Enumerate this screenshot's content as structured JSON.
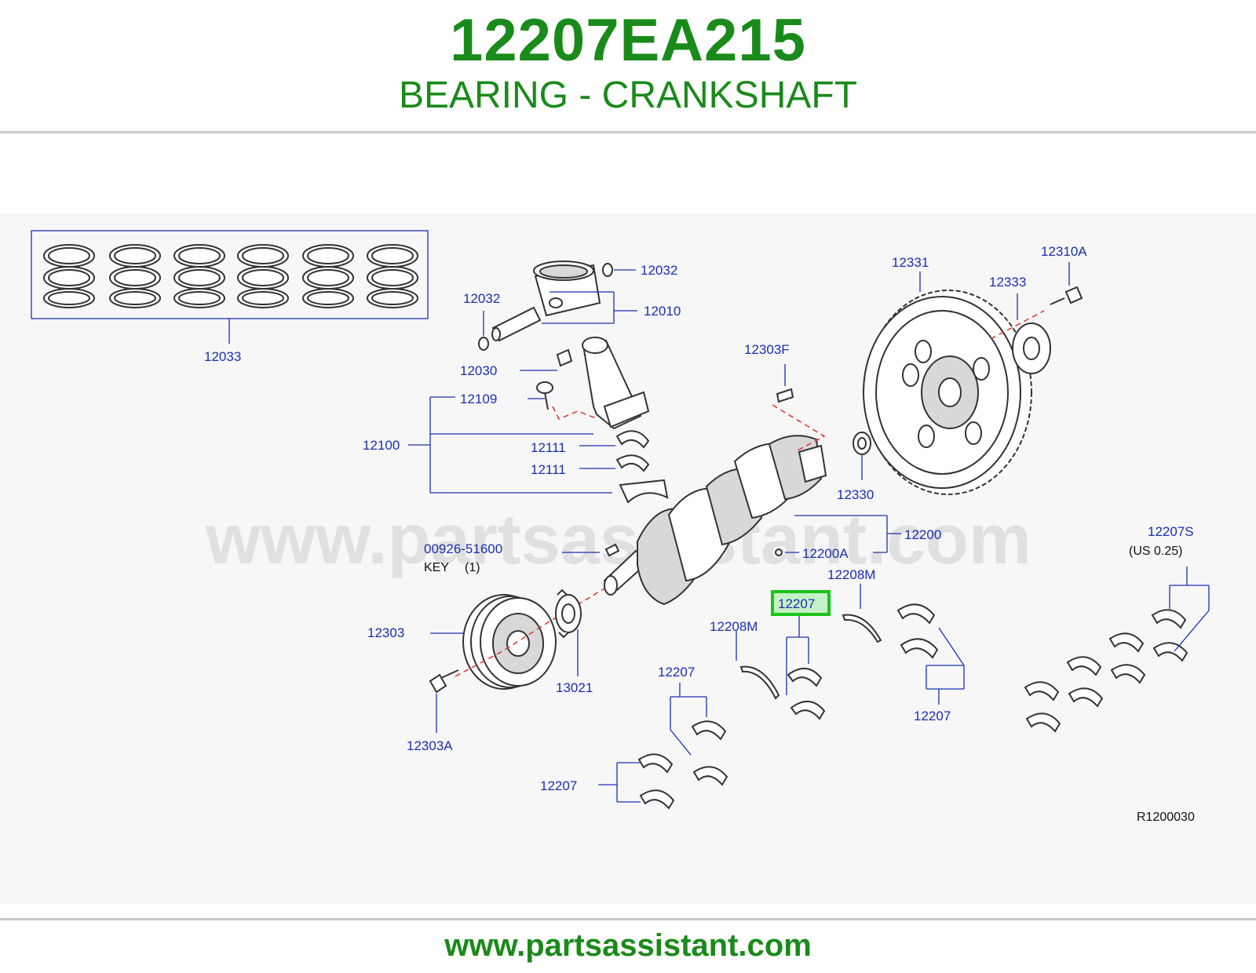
{
  "header": {
    "part_number": "12207EA215",
    "title": "BEARING - CRANKSHAFT"
  },
  "footer": {
    "url": "www.partsassistant.com"
  },
  "watermark": "www.partsassistant.com",
  "diagram": {
    "ref_code": "R1200030",
    "highlight_color": "#19c419",
    "accent_color": "#1a8a1a",
    "callout_color": "#1a2fb0",
    "callouts": {
      "piston_rings": "12033",
      "snap_ring_right": "12032",
      "snap_ring_left": "12032",
      "piston": "12010",
      "piston_pin": "12030",
      "rod_bolt": "12109",
      "rod_assembly": "12100",
      "rod_bearing_upper": "12111",
      "rod_bearing_lower": "12111",
      "key_part": "00926-51600",
      "key_text": "KEY",
      "key_qty": "(1)",
      "pulley": "12303",
      "pulley_bolt": "12303A",
      "sprocket": "13021",
      "dowel": "12303F",
      "pilot_bushing": "12330",
      "flywheel": "12331",
      "flywheel_plate": "12333",
      "flywheel_bolt": "12310A",
      "crankshaft": "12200",
      "crank_plug": "12200A",
      "thrust_washer_right": "12208M",
      "thrust_washer_left": "12208M",
      "main_bearing_highlighted": "12207",
      "main_bearing_center": "12207",
      "main_bearing_right": "12207",
      "main_bearing_left": "12207",
      "main_bearing_set": "12207S",
      "undersize_note": "(US   0.25)"
    }
  }
}
